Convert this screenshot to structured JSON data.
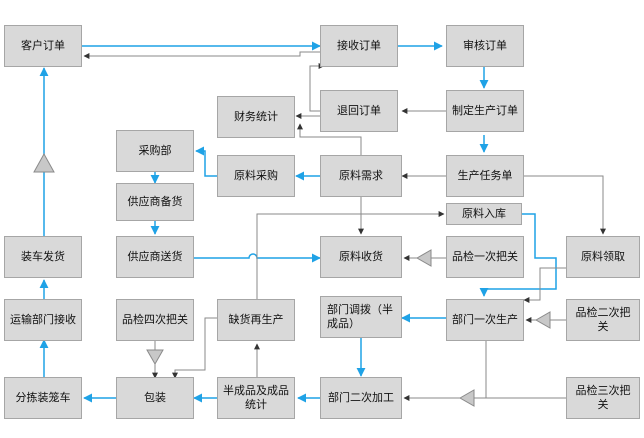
{
  "colors": {
    "box_fill": "#d9d9d9",
    "box_border": "#a6a6a6",
    "flow_blue": "#1fa2e6",
    "flow_gray": "#8a8a8a"
  },
  "nodes": {
    "customer_order": "客户订单",
    "receive_order": "接收订单",
    "review_order": "审核订单",
    "finance_stats": "财务统计",
    "return_order": "退回订单",
    "make_production_order": "制定生产订单",
    "purchasing_dept": "采购部",
    "raw_material_purchase": "原料采购",
    "raw_material_demand": "原料需求",
    "production_task_order": "生产任务单",
    "supplier_stock": "供应商备货",
    "raw_material_inbound": "原料入库",
    "supplier_delivery": "供应商送货",
    "raw_material_receive": "原料收货",
    "qc_first": "品检一次把关",
    "raw_material_pick": "原料领取",
    "loading_shipping": "装车发货",
    "transport_receive": "运输部门接收",
    "qc_fourth": "品检四次把关",
    "shortage_reproduce": "缺货再生产",
    "dept_transfer": "部门调拨（半成品）",
    "dept_first_production": "部门一次生产",
    "qc_second": "品检二次把关",
    "sort_package_cage": "分拣装笼车",
    "packaging": "包装",
    "semi_finished_stats": "半成品及成品统计",
    "dept_second_processing": "部门二次加工",
    "qc_third": "品检三次把关"
  }
}
